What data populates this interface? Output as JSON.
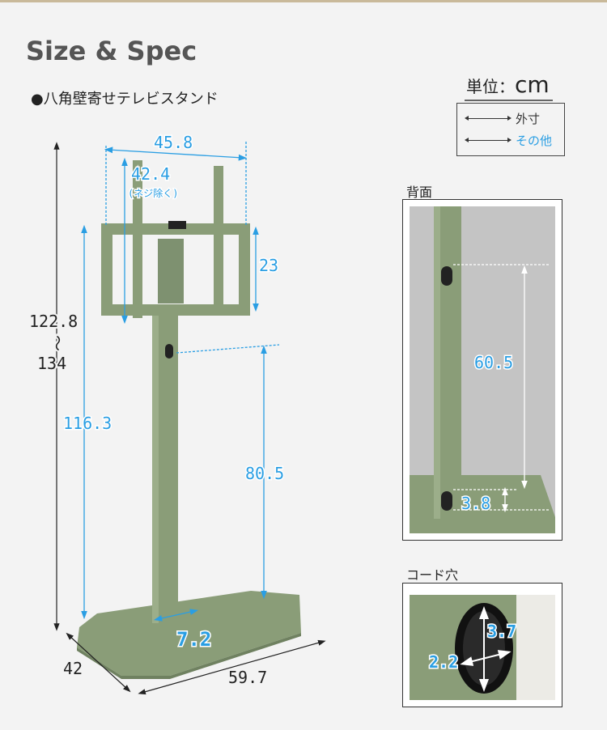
{
  "header": {
    "title": "Size & Spec",
    "subtitle": "●八角壁寄せテレビスタンド"
  },
  "unit": {
    "label": "単位：",
    "value": "cm"
  },
  "legend": {
    "outer": "外寸",
    "other": "その他"
  },
  "colors": {
    "dimension_blue": "#2a9ee3",
    "stand_green": "#8a9d78",
    "outer_black": "#222222"
  },
  "main_dimensions": {
    "width_top": "45.8",
    "vesa_height": "42.4",
    "vesa_note": "(ネジ除く)",
    "bracket_height": "23",
    "total_height_min": "122.8",
    "height_tilde": "〜",
    "total_height_max": "134",
    "pole_height": "116.3",
    "lower_height": "80.5",
    "pole_width": "7.2",
    "base_depth": "42",
    "base_width": "59.7"
  },
  "back_view": {
    "title": "背面",
    "hole_spacing": "60.5",
    "bottom_offset": "3.8"
  },
  "cord_hole": {
    "title": "コード穴",
    "width": "2.2",
    "height": "3.7"
  }
}
